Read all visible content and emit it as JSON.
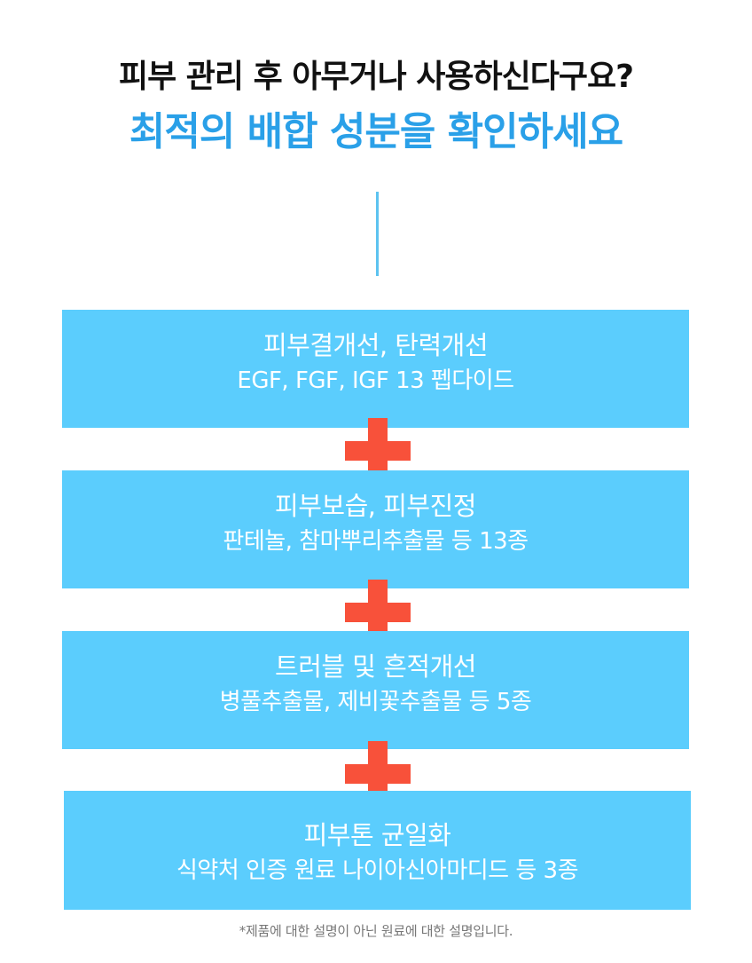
{
  "header": {
    "line1": "피부 관리 후 아무거나 사용하신다구요?",
    "line2": "최적의 배합 성분을 확인하세요"
  },
  "benefits": [
    {
      "title": "피부결개선, 탄력개선",
      "ingredients": "EGF, FGF, IGF 13 펩다이드"
    },
    {
      "title": "피부보습, 피부진정",
      "ingredients": "판테놀, 참마뿌리추출물 등 13종"
    },
    {
      "title": "트러블 및 흔적개선",
      "ingredients": "병풀추출물, 제비꽃추출물 등 5종"
    },
    {
      "title": "피부톤 균일화",
      "ingredients": "식약처 인증 원료 나이아신아마디드 등 3종"
    }
  ],
  "footnote": "*제품에 대한 설명이 아닌 원료에 대한 설명입니다.",
  "colors": {
    "accent_blue": "#2aa0e8",
    "box_blue": "#5bcdfd",
    "plus_red": "#f8513a",
    "divider_blue": "#5cc3f0"
  },
  "icons": {
    "plus": "plus-icon"
  }
}
